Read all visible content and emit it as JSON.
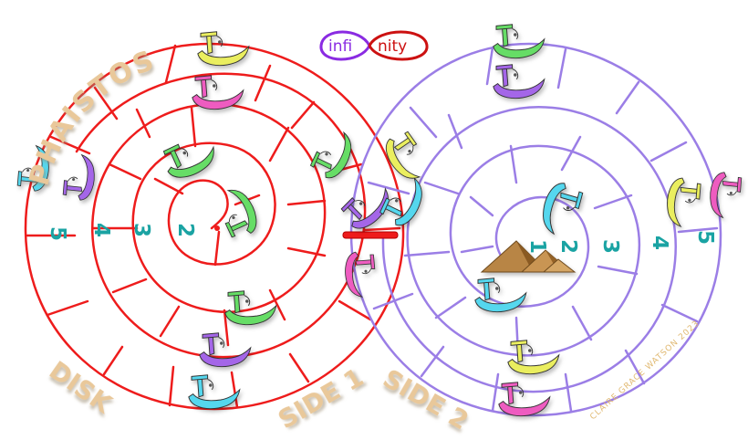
{
  "logo": {
    "left_text": "infi",
    "right_text": "nity",
    "left_color": "#8a2be2",
    "right_color": "#cc1111"
  },
  "titles": {
    "phaistos": "PHAISTOS",
    "disk": "DISK",
    "side1": "SIDE 1",
    "side2": "SIDE 2"
  },
  "credit": "CLAIRE GRACE WATSON 2023",
  "ring_numbers": {
    "side1": [
      "5",
      "4",
      "3",
      "2"
    ],
    "side2": [
      "1",
      "2",
      "3",
      "4",
      "5"
    ]
  },
  "colors": {
    "side1_lines": "#ee1c1c",
    "side2_lines": "#9b7ee6",
    "numbers": "#1aa3a3",
    "titles": "#e9c89a",
    "glyph_palette": [
      "#ee5cc0",
      "#55d7ee",
      "#a466e8",
      "#eaee5f",
      "#66dd66"
    ]
  },
  "icons": {
    "glyph": "phaistos-boat-glyph",
    "center_side2": "pyramids-icon",
    "center_side1": "spiral-center-icon"
  }
}
